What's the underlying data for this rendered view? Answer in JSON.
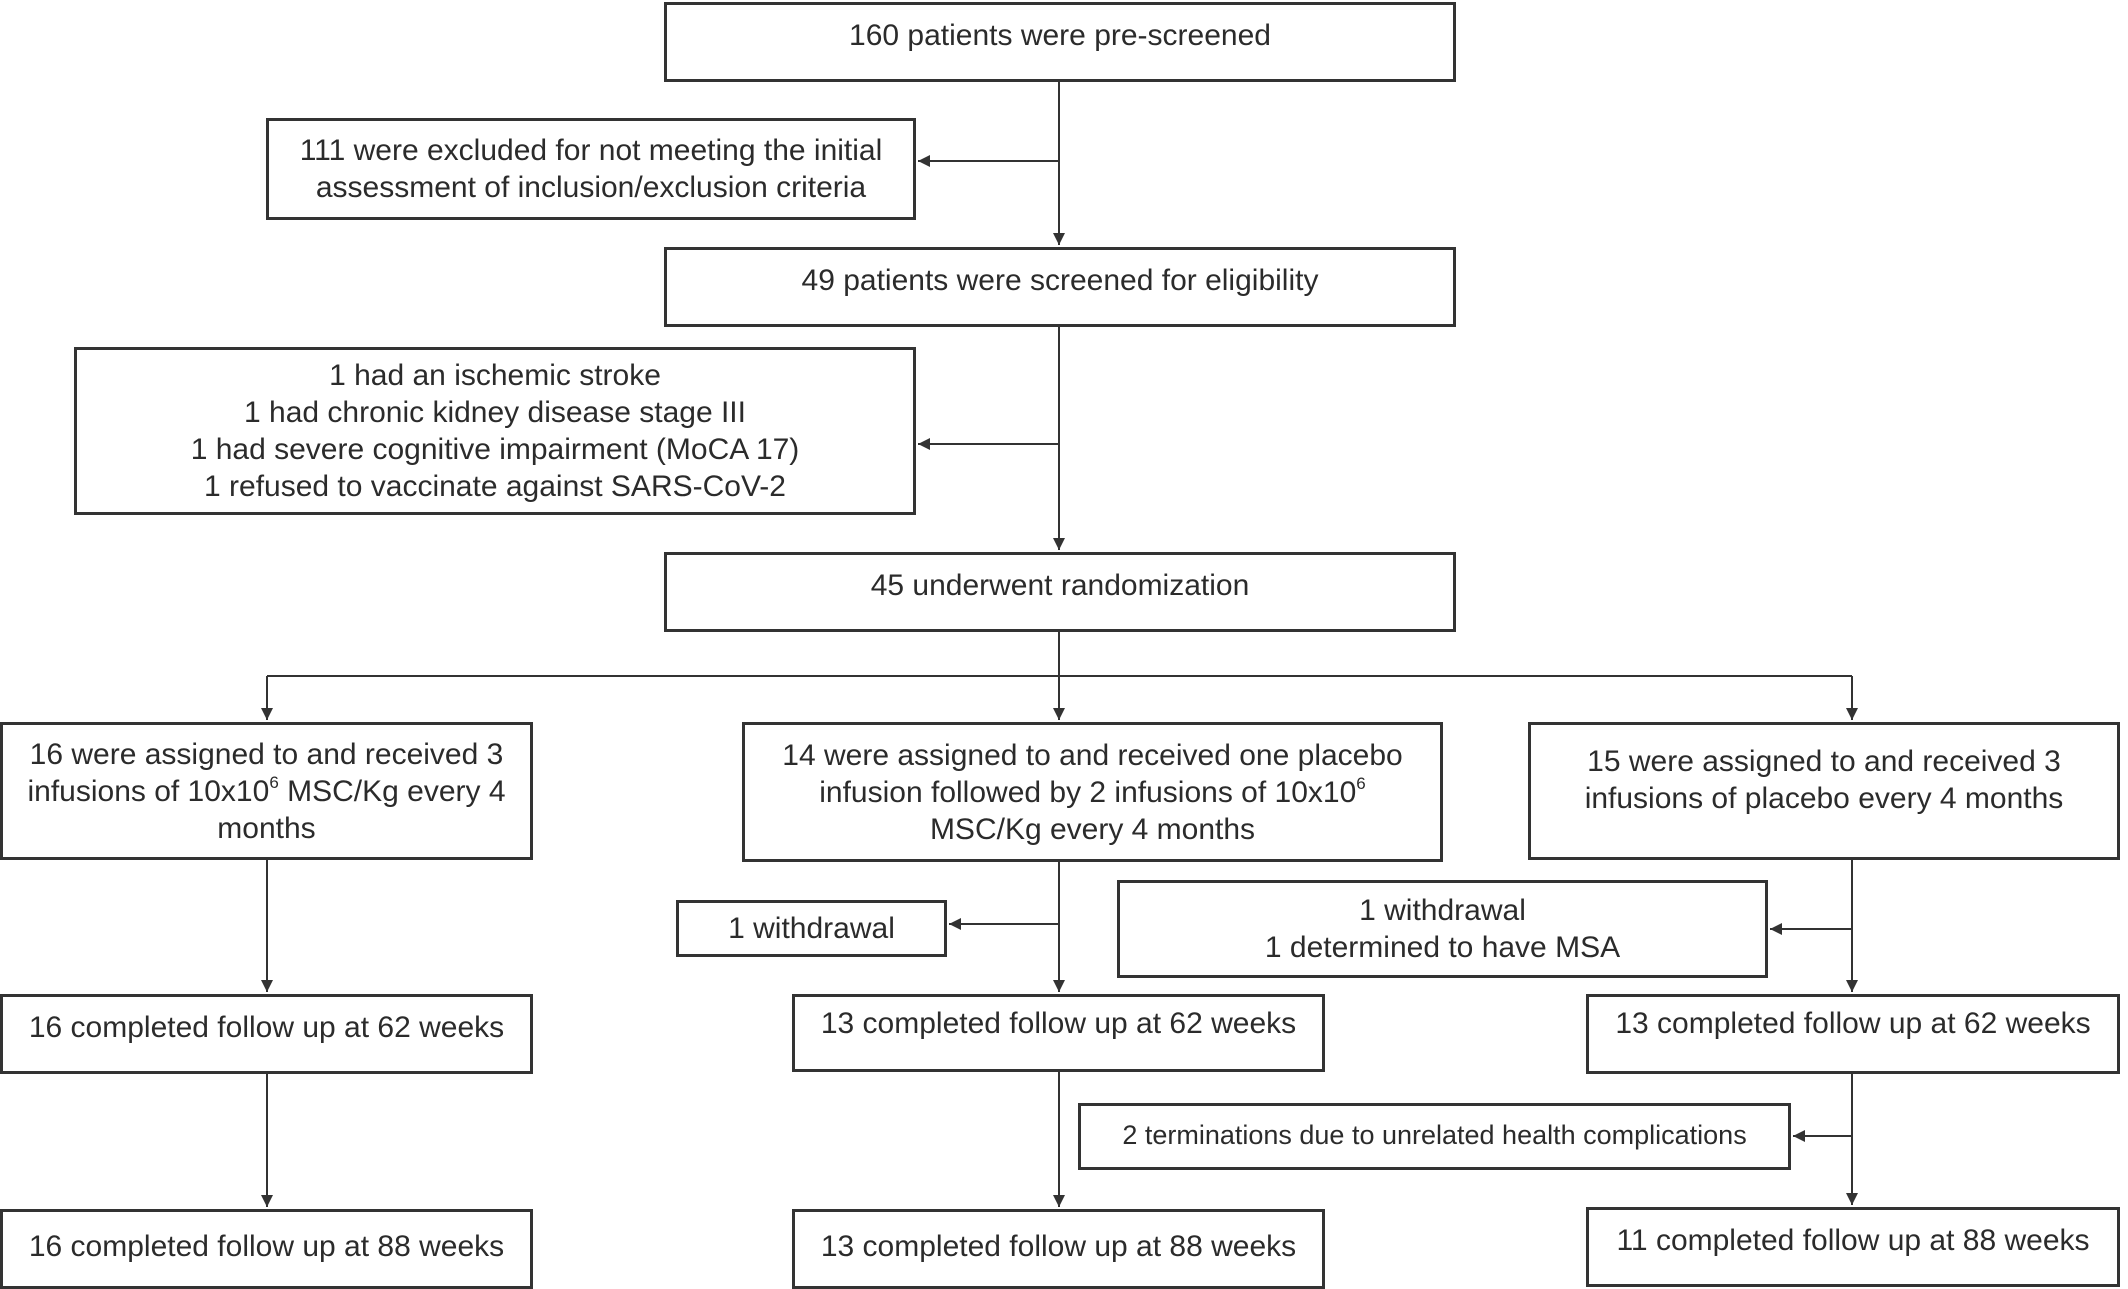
{
  "flowchart": {
    "prescreened": "160 patients were pre-screened",
    "excluded": {
      "line1": "111 were excluded for not meeting the initial",
      "line2": "assessment of inclusion/exclusion criteria"
    },
    "screened": "49 patients were screened for eligibility",
    "reasons": [
      "1 had an ischemic stroke",
      "1 had chronic kidney disease stage III",
      "1 had severe cognitive impairment (MoCA 17)",
      "1 refused to vaccinate against SARS-CoV-2"
    ],
    "randomized": "45 underwent randomization",
    "arm1": {
      "line1": "16 were assigned to and received 3",
      "line2_pre": "infusions of 10x10",
      "line2_sup": "6",
      "line2_post": " MSC/Kg every 4",
      "line3": "months",
      "followup_62": "16 completed follow up at 62 weeks",
      "followup_88": "16 completed follow up at 88 weeks"
    },
    "arm2": {
      "line1": "14 were assigned to and received one placebo",
      "line2_pre": "infusion followed by 2 infusions of 10x10",
      "line2_sup": "6",
      "line3": "MSC/Kg every 4 months",
      "withdrawal": "1 withdrawal",
      "followup_62": "13 completed follow up at 62 weeks",
      "followup_88": "13 completed follow up at 88 weeks"
    },
    "arm3": {
      "line1": "15 were assigned to and received 3",
      "line2": "infusions of placebo every 4 months",
      "withdrawal_line1": "1 withdrawal",
      "withdrawal_line2": "1 determined to have MSA",
      "followup_62": "13 completed follow up at 62 weeks",
      "terminations": "2 terminations due to unrelated health complications",
      "followup_88": "11 completed follow up at 88 weeks"
    }
  }
}
